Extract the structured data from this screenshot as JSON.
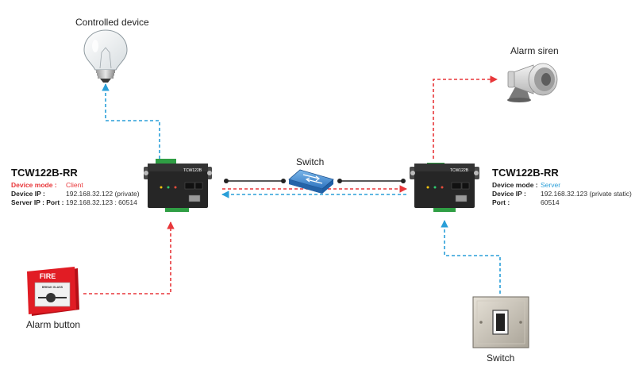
{
  "colors": {
    "red_line": "#e8373a",
    "blue_line": "#2a9fd8",
    "client_accent": "#e8373a",
    "server_accent": "#2a9fd8"
  },
  "labels": {
    "controlled_device": "Controlled device",
    "alarm_siren": "Alarm siren",
    "switch_network": "Switch",
    "alarm_button": "Alarm button",
    "switch_input": "Switch"
  },
  "client": {
    "title": "TCW122B-RR",
    "device_mode_label": "Device mode :",
    "device_mode_value": "Client",
    "device_ip_label": "Device IP :",
    "device_ip_value": "192.168.32.122 (private)",
    "server_ip_label": "Server IP : Port :",
    "server_ip_value": "192.168.32.123 : 60514"
  },
  "server": {
    "title": "TCW122B-RR",
    "device_mode_label": "Device mode :",
    "device_mode_value": "Server",
    "device_ip_label": "Device IP :",
    "device_ip_value": "192.168.32.123 (private static)",
    "port_label": "Port :",
    "port_value": "60514"
  },
  "device_face": {
    "model": "TCW122B"
  },
  "fire_box": {
    "top_text": "FIRE",
    "glass_text": "BREAK GLASS"
  },
  "icons": [
    "light-bulb-icon",
    "alarm-siren-icon",
    "network-switch-icon",
    "fire-alarm-button-icon",
    "wall-switch-icon"
  ]
}
